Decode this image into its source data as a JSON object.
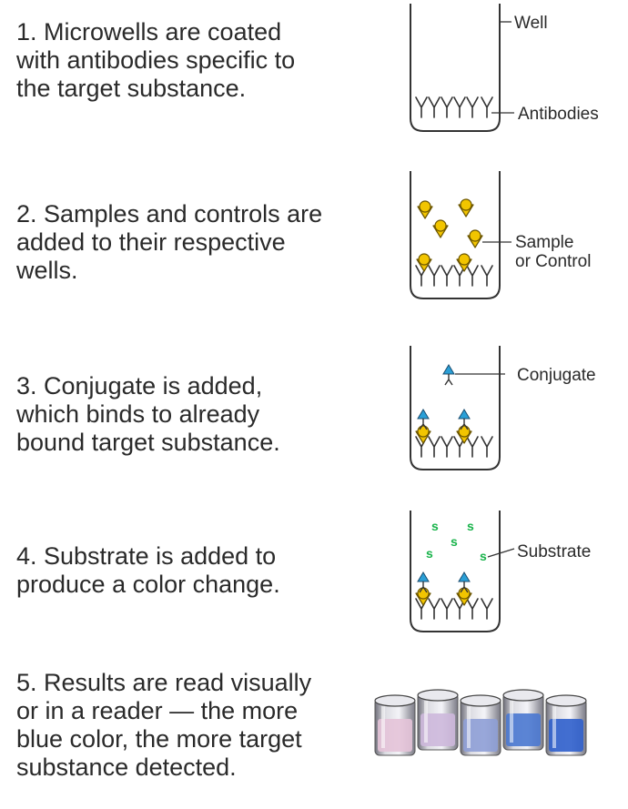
{
  "steps": [
    {
      "number": "1.",
      "lines": [
        "1. Microwells are coated",
        "with antibodies specific to",
        "the target substance."
      ]
    },
    {
      "number": "2.",
      "lines": [
        "2. Samples and controls are",
        "added to their respective",
        "wells."
      ]
    },
    {
      "number": "3.",
      "lines": [
        "3. Conjugate is added,",
        "which binds to already",
        "bound target substance."
      ]
    },
    {
      "number": "4.",
      "lines": [
        "4. Substrate is added to",
        "produce a color change."
      ]
    },
    {
      "number": "5.",
      "lines": [
        "5. Results are read visually",
        "or in a reader — the more",
        "blue color, the more target",
        "substance detected."
      ]
    }
  ],
  "labels": {
    "well": "Well",
    "antibodies": "Antibodies",
    "sample_line1": "Sample",
    "sample_line2": "or Control",
    "conjugate": "Conjugate",
    "substrate": "Substrate",
    "substrate_letter": "s"
  },
  "colors": {
    "sample": "#f2c500",
    "conjugate": "#2a9fd6",
    "substrate": "#18b34a",
    "vials": [
      "#e4c3d8",
      "#cdb8dc",
      "#8e9fd6",
      "#4a78d0",
      "#2f5fcc"
    ]
  },
  "vial_count": 5
}
